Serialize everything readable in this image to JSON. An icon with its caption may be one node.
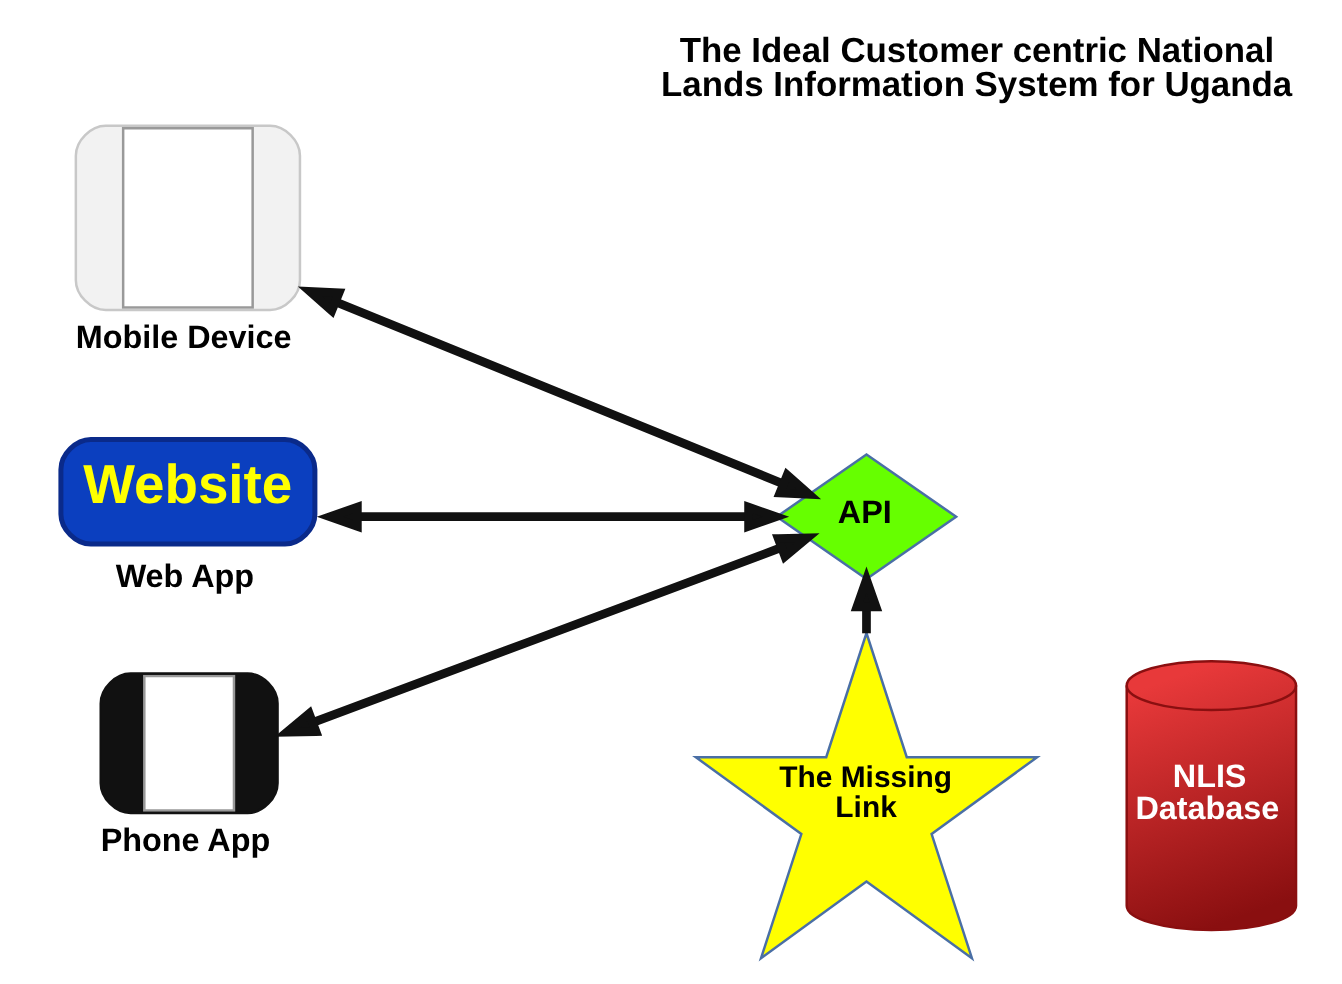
{
  "diagram": {
    "title": "The Ideal Customer centric National Lands Information System for Uganda",
    "nodes": [
      {
        "text": [
          "Mobile Device"
        ]
      },
      {
        "text": [
          "Website"
        ],
        "beside": [
          "Web App"
        ]
      },
      {
        "text": [
          "API"
        ]
      },
      {
        "text": [
          "NLIS Database"
        ]
      },
      {
        "text": [
          "Phone App"
        ]
      },
      {
        "text": [
          "The Missing Link"
        ]
      }
    ],
    "edges": [
      {
        "from": 0,
        "to": 2,
        "arrow": "both"
      },
      {
        "from": 1,
        "to": 2,
        "arrow": "both"
      },
      {
        "from": 4,
        "to": 2,
        "arrow": "both"
      },
      {
        "from": 5,
        "to": 2,
        "arrow": "to"
      }
    ]
  }
}
